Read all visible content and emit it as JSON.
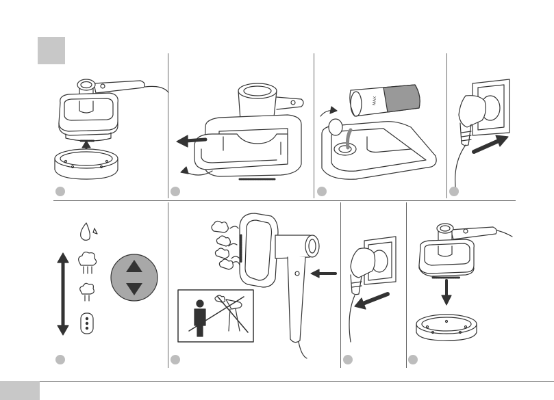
{
  "document": {
    "section_marker_color": "#c8c8c8",
    "page_tab_color": "#c8c8c8",
    "line_color": "#333333",
    "step_dot_color": "#bdbdbd",
    "control_button_color": "#a8a8a8",
    "steps": [
      {
        "panel": "attach-steamer-to-base"
      },
      {
        "panel": "rotate-and-remove-water-tank"
      },
      {
        "panel": "fill-water-tank-to-max"
      },
      {
        "panel": "plug-into-wall-outlet"
      },
      {
        "panel": "steam-level-control"
      },
      {
        "panel": "press-steam-trigger"
      },
      {
        "panel": "unplug-from-wall-outlet"
      },
      {
        "panel": "detach-steamer-from-base"
      }
    ],
    "tank_max_label": "MAX"
  }
}
